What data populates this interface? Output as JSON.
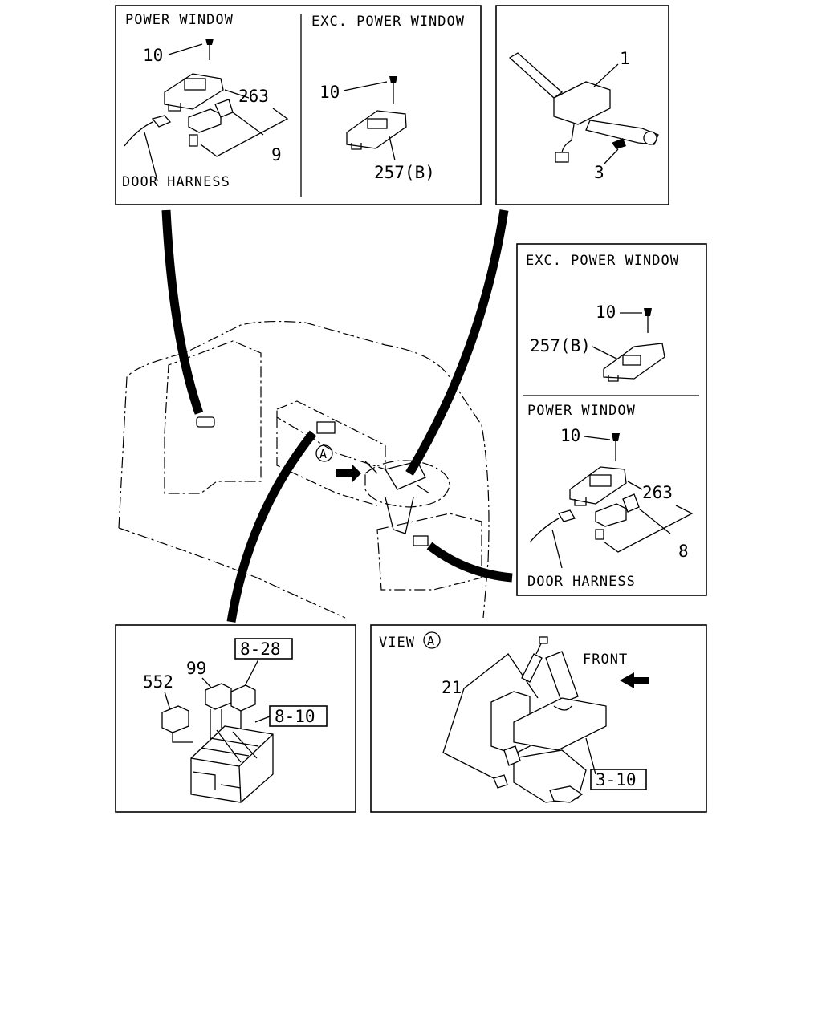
{
  "panel_top_left": {
    "left_header": "POWER WINDOW",
    "right_header": "EXC. POWER WINDOW",
    "left_labels": {
      "screw": "10",
      "switch": "263",
      "bracket": "9",
      "harness": "DOOR HARNESS"
    },
    "right_labels": {
      "screw": "10",
      "switch": "257(B)"
    }
  },
  "panel_top_right": {
    "labels": {
      "combination_switch": "1",
      "screw": "3"
    }
  },
  "panel_mid_right": {
    "top_header": "EXC. POWER WINDOW",
    "bottom_header": "POWER WINDOW",
    "top_labels": {
      "screw": "10",
      "switch": "257(B)"
    },
    "bottom_labels": {
      "screw": "10",
      "switch": "263",
      "bracket": "8",
      "harness": "DOOR HARNESS"
    }
  },
  "center": {
    "view_marker": "A"
  },
  "panel_bottom_left": {
    "labels": {
      "relay_a": "552",
      "relay_b": "99"
    },
    "refs": {
      "ref_top": "8-28",
      "ref_box": "8-10"
    }
  },
  "panel_bottom_right": {
    "view_label": "VIEW",
    "view_marker": "A",
    "front_label": "FRONT",
    "labels": {
      "sensor": "21"
    },
    "refs": {
      "pedal": "3-10"
    }
  }
}
